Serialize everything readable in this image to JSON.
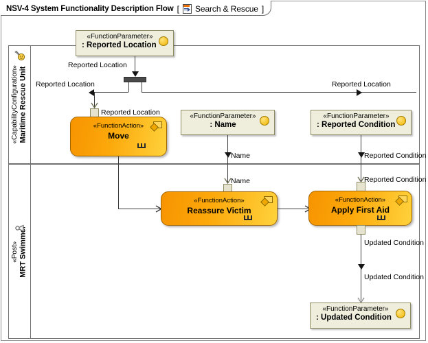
{
  "diagram": {
    "title": "NSV-4 System Functionality Description Flow",
    "context_open_bracket": "[",
    "context_close_bracket": "]",
    "context_label": "Search & Rescue",
    "context_icon": "activity-diagram-icon"
  },
  "lanes": [
    {
      "id": "lane-maritime-rescue-unit",
      "stereotype": "«CapabilityConfiguration»",
      "name": "Maritime Rescue Unit",
      "icon": "capability-configuration-icon"
    },
    {
      "id": "lane-mrt-swimmer",
      "stereotype": "«Post»",
      "name": "MRT Swimmer",
      "icon": "post-icon"
    }
  ],
  "parameters": [
    {
      "id": "param-reported-location",
      "stereotype": "«FunctionParameter»",
      "name": ": Reported Location",
      "icon": "yellow-ball-icon"
    },
    {
      "id": "param-name",
      "stereotype": "«FunctionParameter»",
      "name": ": Name",
      "icon": "yellow-ball-icon"
    },
    {
      "id": "param-reported-condition",
      "stereotype": "«FunctionParameter»",
      "name": ": Reported Condition",
      "icon": "yellow-ball-icon"
    },
    {
      "id": "param-updated-condition",
      "stereotype": "«FunctionParameter»",
      "name": ": Updated Condition",
      "icon": "yellow-ball-icon"
    }
  ],
  "actions": [
    {
      "id": "action-move",
      "stereotype": "«FunctionAction»",
      "name": "Move",
      "icons": [
        "allocation-icon",
        "rake-icon"
      ]
    },
    {
      "id": "action-reassure-victim",
      "stereotype": "«FunctionAction»",
      "name": "Reassure Victim",
      "icons": [
        "allocation-icon",
        "rake-icon"
      ]
    },
    {
      "id": "action-apply-first-aid",
      "stereotype": "«FunctionAction»",
      "name": "Apply First Aid",
      "icons": [
        "allocation-icon",
        "rake-icon"
      ]
    }
  ],
  "edge_labels": {
    "reported_location_top": "Reported Location",
    "reported_location_left": "Reported Location",
    "reported_location_pin": "Reported Location",
    "reported_location_right": "Reported Location",
    "name_upper": "Name",
    "name_lower": "Name",
    "reported_condition_upper": "Reported Condition",
    "reported_condition_lower": "Reported Condition",
    "updated_condition_upper": "Updated Condition",
    "updated_condition_lower": "Updated Condition"
  },
  "colors": {
    "action_fill_start": "#f79400",
    "action_fill_end": "#ffd23c",
    "action_border": "#a16500",
    "parameter_fill": "#efeedd",
    "parameter_border": "#8c8a62",
    "lane_border": "#6f6f6f",
    "connector": "#3a3a3a",
    "ball_icon": "#f0b400"
  }
}
